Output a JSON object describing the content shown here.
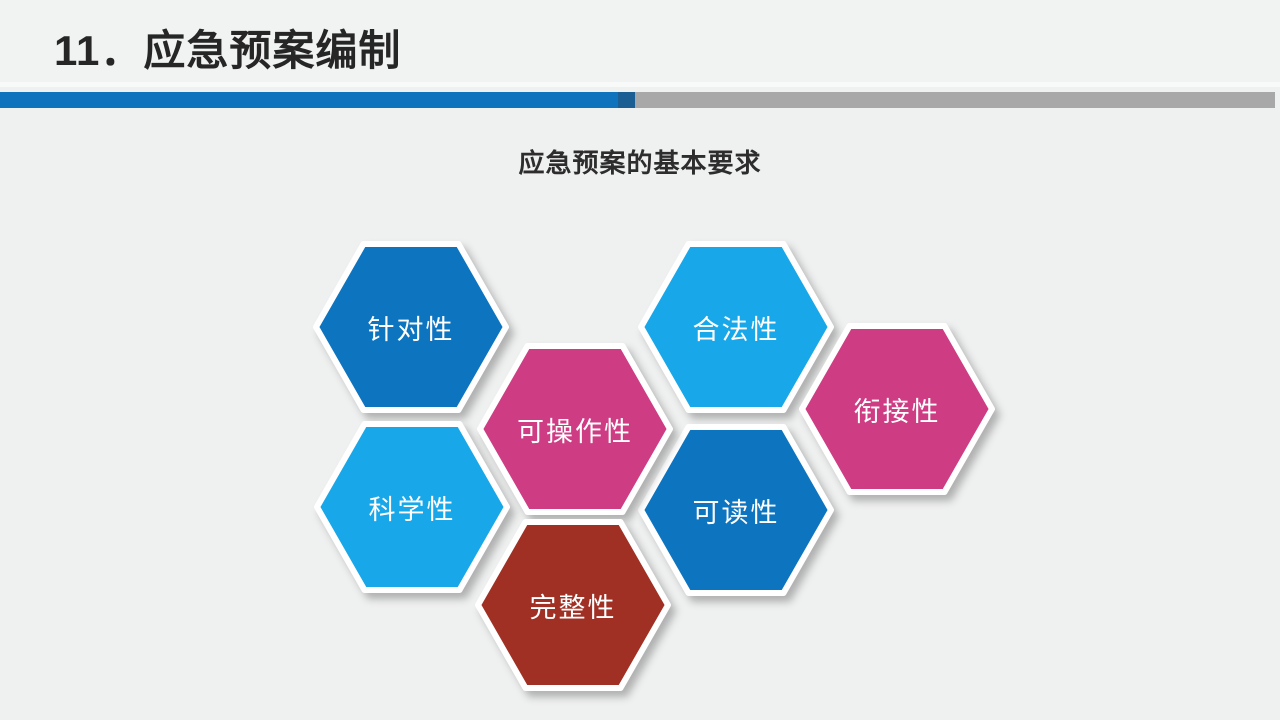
{
  "header": {
    "title": "11．应急预案编制"
  },
  "divider": {
    "blue_color": "#0e72bd",
    "blue_tip_color": "#1b5e93",
    "gray_color": "#a8a8a8"
  },
  "content": {
    "heading": "应急预案的基本要求"
  },
  "hexagons": [
    {
      "label": "针对性",
      "color": "#0d74c0"
    },
    {
      "label": "合法性",
      "color": "#18a7e9"
    },
    {
      "label": "可操作性",
      "color": "#ce3c84"
    },
    {
      "label": "衔接性",
      "color": "#ce3c84"
    },
    {
      "label": "科学性",
      "color": "#18a7e9"
    },
    {
      "label": "可读性",
      "color": "#0d74c0"
    },
    {
      "label": "完整性",
      "color": "#a03024"
    }
  ],
  "colors": {
    "background": "#eff0f0",
    "title_text": "#262626",
    "hex_border": "#ffffff",
    "hex_label_text": "#ffffff"
  }
}
